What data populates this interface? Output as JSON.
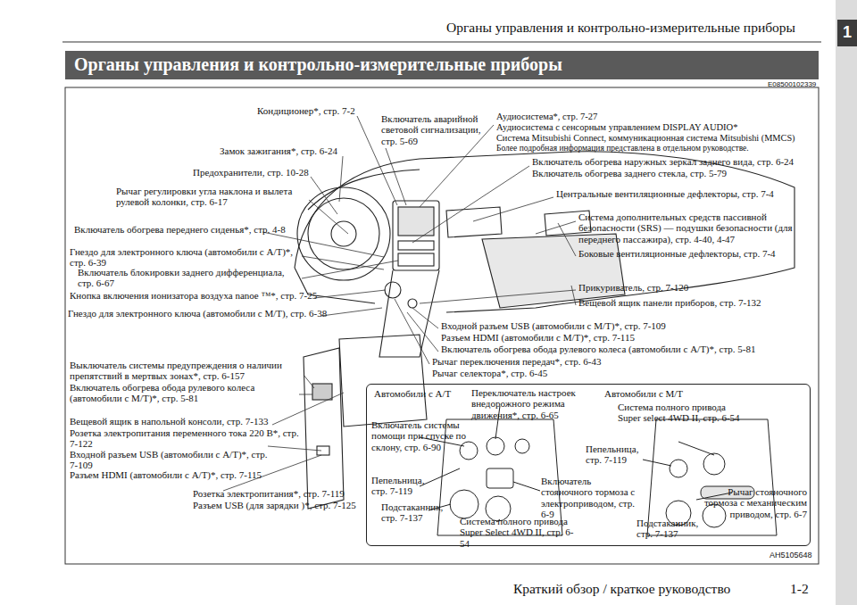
{
  "diagram": {
    "title": "Органы управления и контрольно-измерительные приборы",
    "nodes": [
      {
        "text": [
          "1"
        ]
      },
      {
        "text": [
          "Автомобили с A/T",
          "Автомобили с M/T"
        ]
      }
    ],
    "labels": [
      "Органы управления и контрольно-измерительные приборы",
      "E08500102339",
      "Кондиционер*, стр. 7-2",
      "Включатель аварийной световой сигнализации, стр. 5-69",
      "Аудиосистема*, стр. 7-27",
      "Аудиосистема с сенсорным управлением DISPLAY AUDIO*",
      "Система Mitsubishi Connect, коммуникационная система Mitsubishi (MMCS)",
      "Более подробная информация представлена в отдельном руководстве.",
      "Замок зажигания*, стр. 6-24",
      "Включатель обогрева наружных зеркал заднего вида, стр. 6-24",
      "Включатель обогрева заднего стекла, стр. 5-79",
      "Предохранители, стр. 10-28",
      "Рычаг регулировки угла наклона и вылета рулевой колонки, стр. 6-17",
      "Центральные вентиляционные дефлекторы, стр. 7-4",
      "Система дополнительных средств пассивной безопасности (SRS) — подушки безопасности (для переднего пассажира), стр. 4-40, 4-47",
      "Включатель обогрева переднего сиденья*, стр. 4-8",
      "Гнездо для электронного ключа (автомобили с A/T)*, стр. 6-39",
      "Боковые вентиляционные дефлекторы, стр. 7-4",
      "Включатель блокировки заднего дифференциала, стр. 6-67",
      "Прикуриватель, стр. 7-120",
      "Кнопка включения ионизатора воздуха nanoe ™*, стр. 7-25",
      "Вещевой ящик панели приборов, стр. 7-132",
      "Гнездо для электронного ключа (автомобили с M/T), стр. 6-38",
      "Входной разъем USB (автомобили с M/T)*, стр. 7-109",
      "Разъем HDMI (автомобили с M/T)*, стр. 7-115",
      "Включатель обогрева обода рулевого колеса (автомобили с A/T)*, стр. 5-81",
      "Рычаг переключения передач*, стр. 6-43",
      "Рычаг селектора*, стр. 6-45",
      "Выключатель системы предупреждения о наличии препятствий в мертвых зонах*, стр. 6-157",
      "Включатель обогрева обода рулевого колеса (автомобили с M/T)*, стр. 5-81",
      "Вещевой ящик в напольной консоли, стр. 7-133",
      "Розетка электропитания переменного тока 220 В*, стр. 7-122",
      "Входной разъем USB (автомобили с A/T)*, стр. 7-109",
      "Разъем HDMI (автомобили с A/T)*, стр. 7-115",
      "Розетка электропитания*, стр. 7-119",
      "Разъем USB (для зарядки )*, стр. 7-125",
      "Переключатель настроек внедорожного режима движения*, стр. 6-65",
      "Система полного привода Super select 4WD II, стр. 6-54",
      "Включатель системы помощи при спуске по склону, стр. 6-90",
      "Пепельница, стр. 7-119",
      "Пепельница, стр. 7-119",
      "Включатель стояночного тормоза с электроприводом, стр. 6-9",
      "Рычаг стояночного тормоза с механическим приводом, стр. 6-7",
      "Подстаканник, стр. 7-137",
      "Система полного привода Super Select 4WD II, стр. 6-54",
      "Подстаканник, стр. 7-137",
      "AH5105648",
      "Краткий обзор / краткое руководство",
      "1-2"
    ]
  }
}
